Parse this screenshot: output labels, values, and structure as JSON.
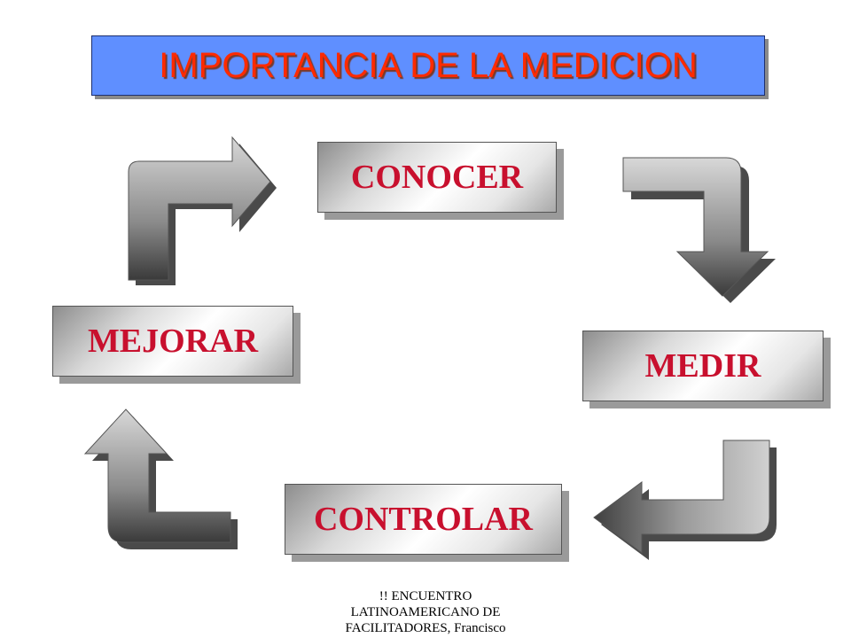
{
  "title": "IMPORTANCIA DE LA MEDICION",
  "steps": {
    "conocer": "CONOCER",
    "medir": "MEDIR",
    "controlar": "CONTROLAR",
    "mejorar": "MEJORAR"
  },
  "footer": {
    "line1": "!! ENCUENTRO",
    "line2": "LATINOAMERICANO DE",
    "line3": "FACILITADORES, Francisco"
  },
  "colors": {
    "title_bg": "#5f8fff",
    "title_text": "#ff2a00",
    "step_text": "#c8102e",
    "arrow": "#6e6e6e"
  },
  "icons": [
    "arrow-up-right-icon",
    "arrow-right-down-icon",
    "arrow-down-left-icon",
    "arrow-left-up-icon"
  ]
}
